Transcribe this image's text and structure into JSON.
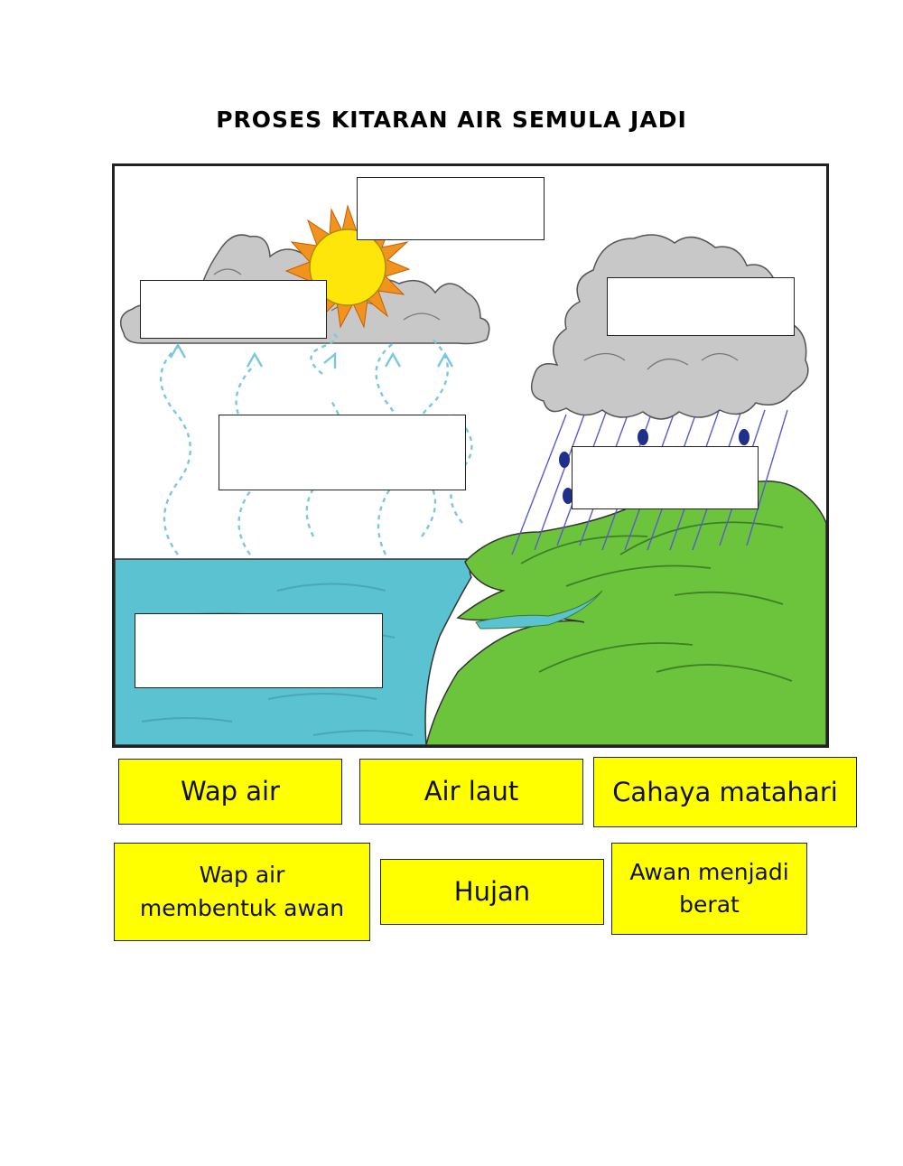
{
  "title": "PROSES KITARAN AIR SEMULA JADI",
  "colors": {
    "card_fill": "#ffff00",
    "sea": "#5bc2d2",
    "land": "#6cc43c",
    "cloud": "#c8c8c8",
    "sun": "#ffe60a",
    "sun_rays": "#f29320",
    "vapour": "#79c8e0"
  },
  "cards": {
    "wap_air": "Wap air",
    "air_laut": "Air laut",
    "cahaya_matahari": "Cahaya matahari",
    "wap_air_membentuk_awan": [
      "Wap air",
      "membentuk awan"
    ],
    "hujan": "Hujan",
    "awan_menjadi_berat": [
      "Awan menjadi",
      "berat"
    ]
  }
}
